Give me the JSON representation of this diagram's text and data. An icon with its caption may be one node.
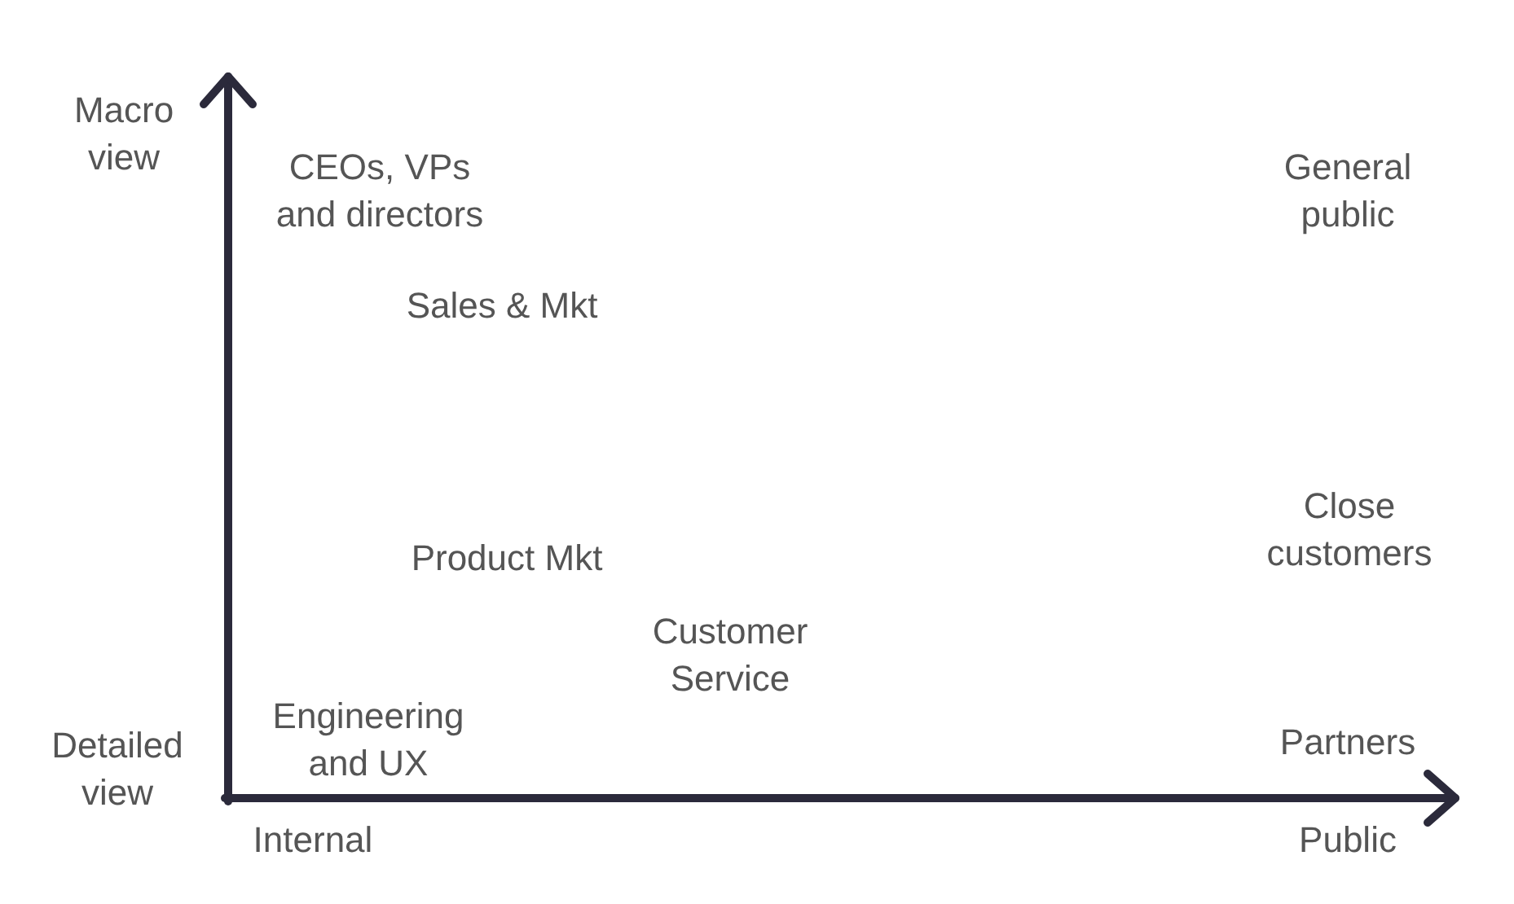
{
  "diagram": {
    "labels": [
      "Macro view",
      "CEOs, VPs and directors",
      "General public",
      "Sales & Mkt",
      "Close customers",
      "Product Mkt",
      "Customer Service",
      "Engineering and UX",
      "Detailed view",
      "Partners",
      "Internal",
      "Public"
    ]
  }
}
